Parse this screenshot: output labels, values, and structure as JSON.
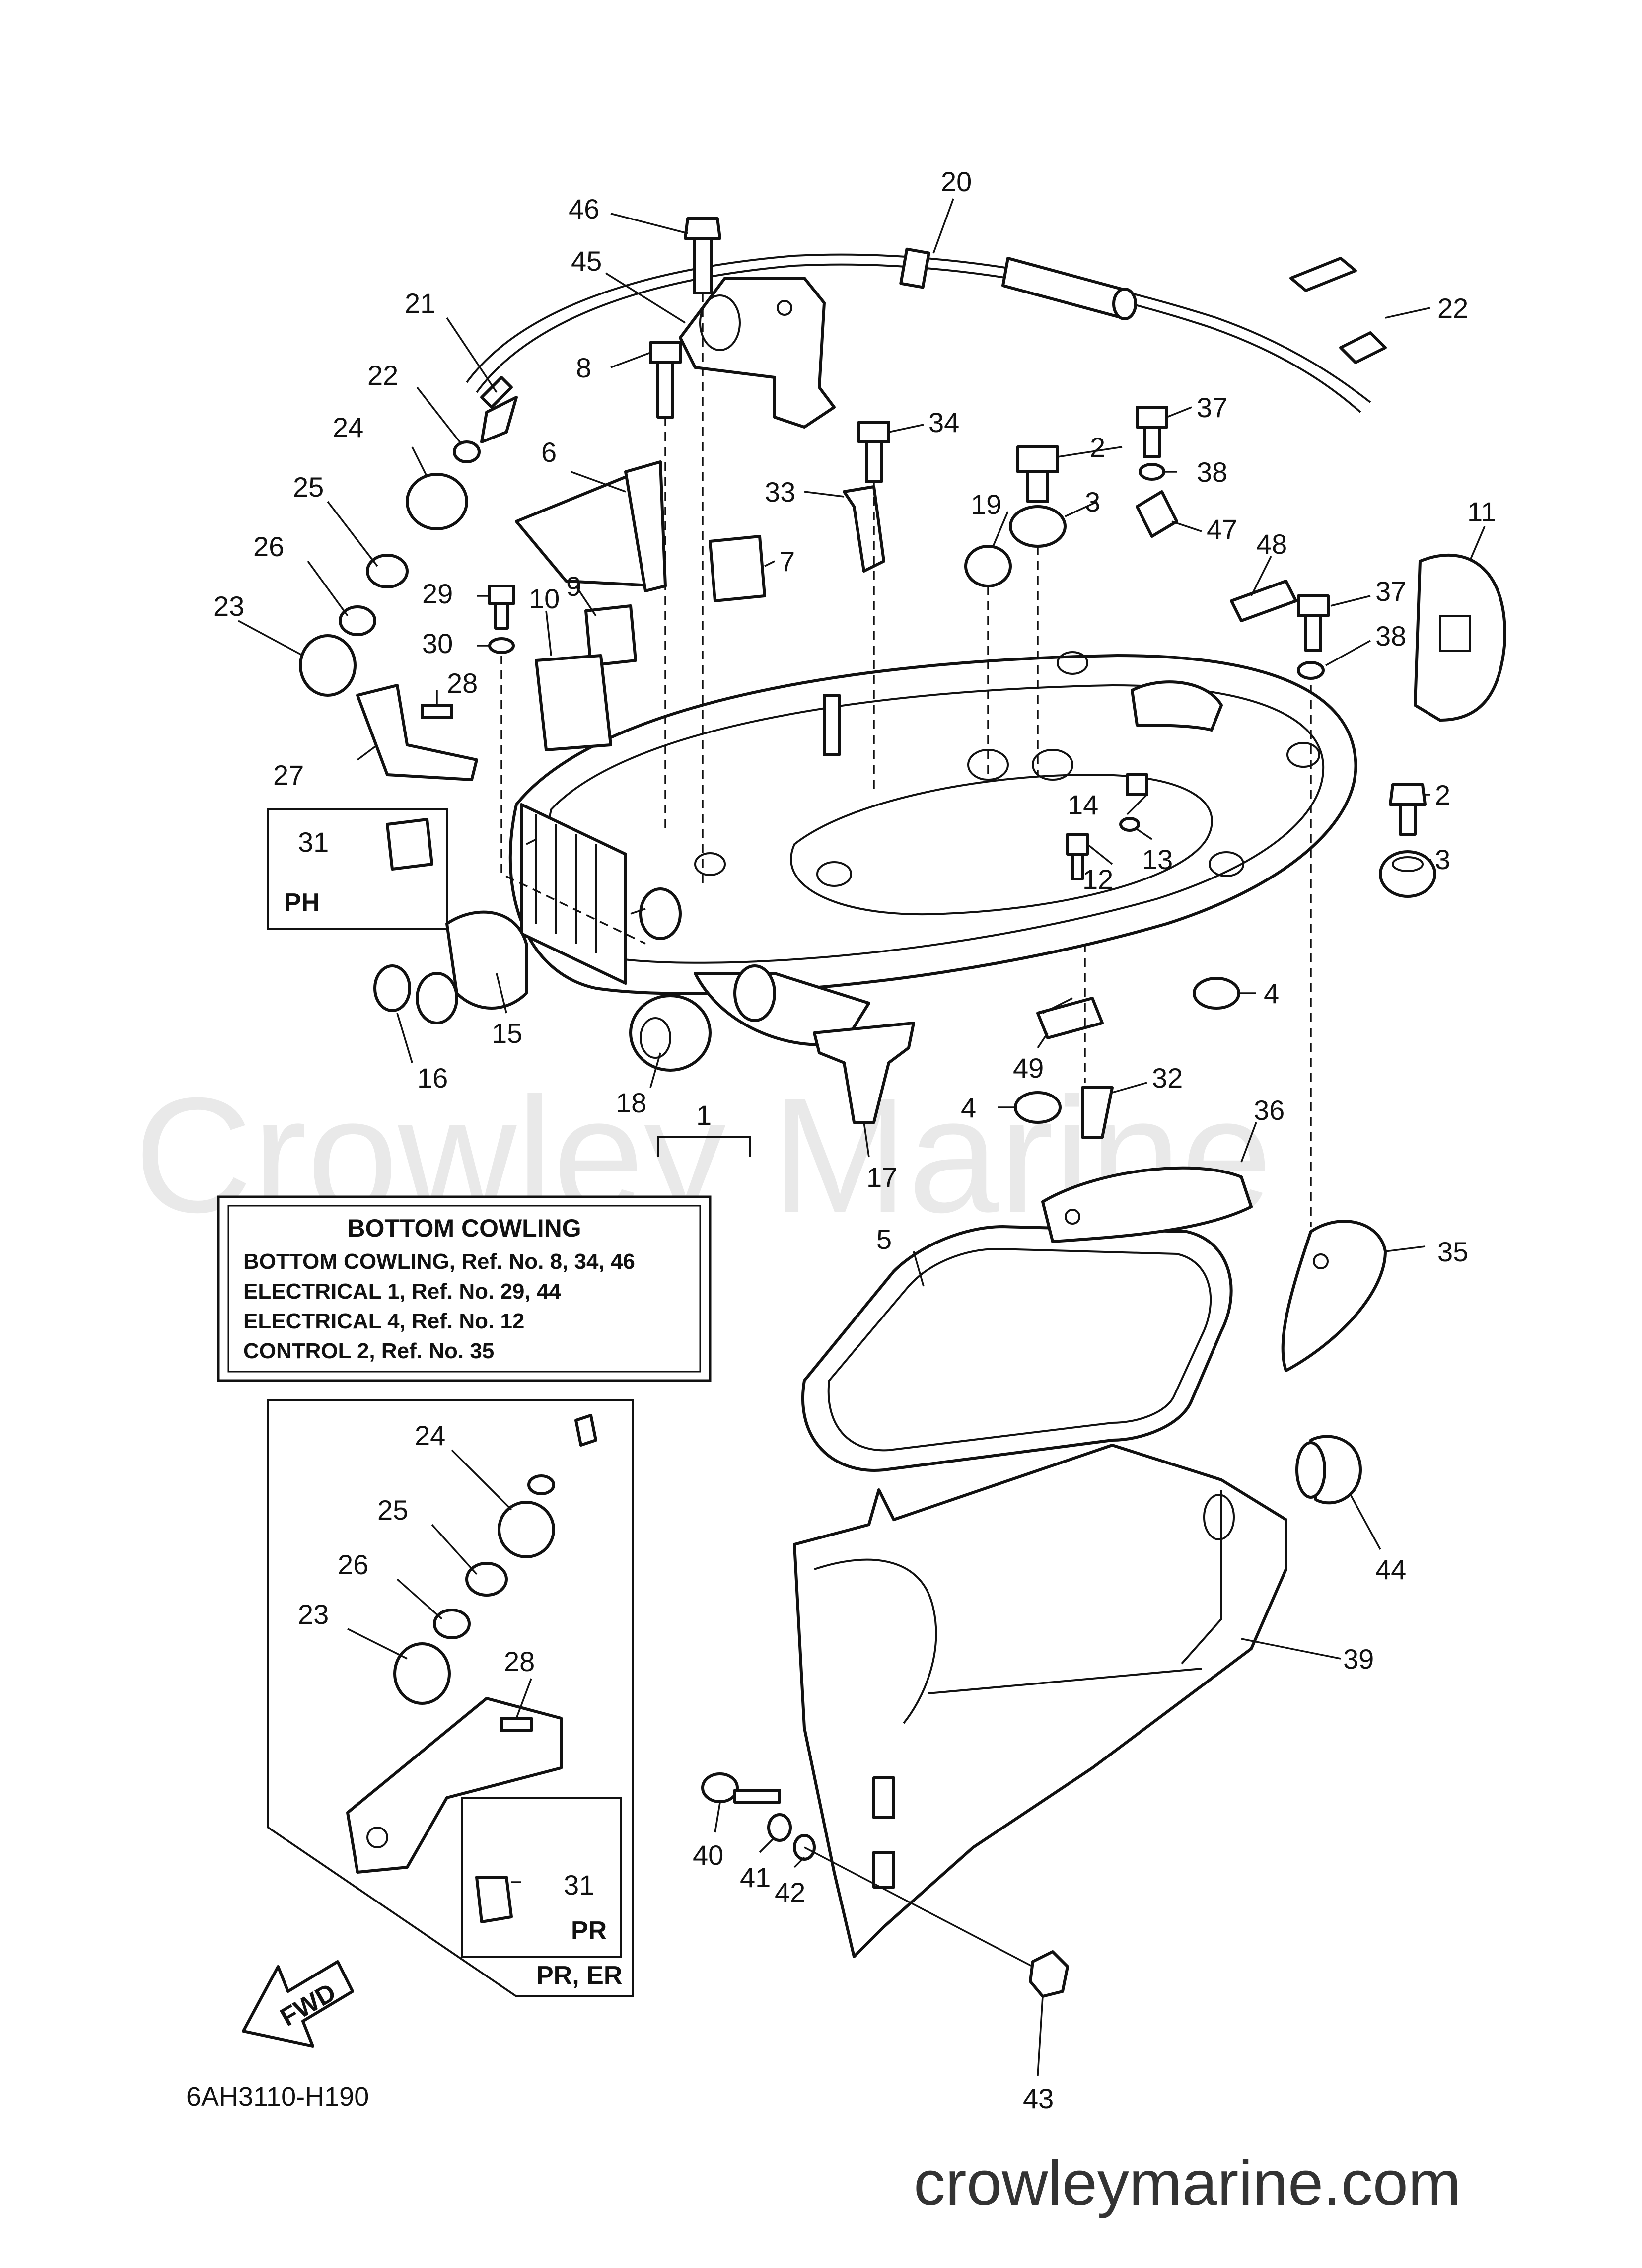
{
  "watermark": "Crowley Marine",
  "website": "crowleymarine.com",
  "diagram_code": "6AH3110-H190",
  "fwd_label": "FWD",
  "info_box": {
    "title": "BOTTOM  COWLING",
    "lines": [
      "BOTTOM  COWLING,  Ref. No. 8, 34, 46",
      "ELECTRICAL 1,  Ref. No. 29, 44",
      "ELECTRICAL 4,  Ref. No. 12",
      "CONTROL 2,  Ref. No. 35"
    ]
  },
  "variant_labels": {
    "ph": "PH",
    "pr": "PR",
    "pr_er": "PR, ER"
  },
  "callouts": [
    "1",
    "2",
    "2",
    "3",
    "3",
    "4",
    "4",
    "5",
    "6",
    "7",
    "8",
    "9",
    "10",
    "11",
    "12",
    "13",
    "14",
    "15",
    "16",
    "17",
    "18",
    "19",
    "20",
    "21",
    "22",
    "22",
    "23",
    "23",
    "24",
    "24",
    "25",
    "25",
    "26",
    "26",
    "27",
    "28",
    "28",
    "29",
    "30",
    "31",
    "31",
    "32",
    "33",
    "34",
    "35",
    "36",
    "37",
    "37",
    "38",
    "38",
    "39",
    "40",
    "41",
    "42",
    "43",
    "44",
    "45",
    "46",
    "47",
    "48",
    "49"
  ]
}
